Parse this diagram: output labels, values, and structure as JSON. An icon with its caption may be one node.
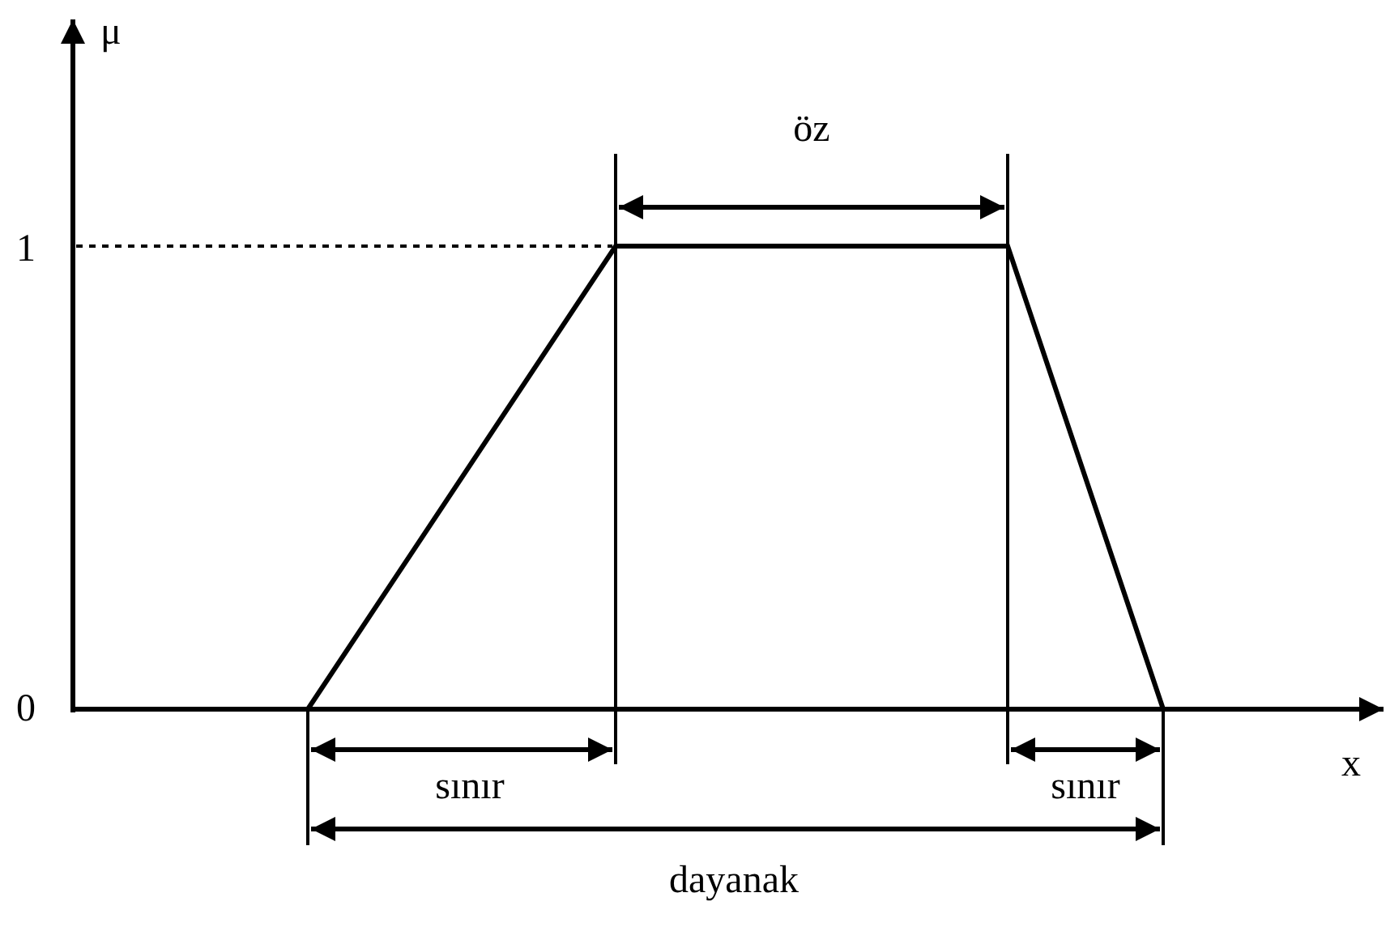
{
  "diagram": {
    "labels": [
      "μ",
      "öz",
      "1",
      "0",
      "x",
      "sınır",
      "sınır",
      "dayanak"
    ]
  }
}
